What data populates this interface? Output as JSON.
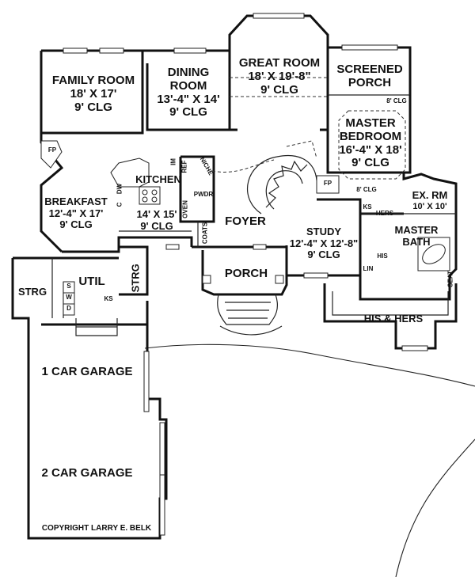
{
  "plan": {
    "rooms": {
      "family_room": {
        "name": "FAMILY ROOM",
        "size": "18' X 17'",
        "ceiling": "9' CLG"
      },
      "dining_room": {
        "name_line1": "DINING",
        "name_line2": "ROOM",
        "size": "13'-4\" X 14'",
        "ceiling": "9' CLG"
      },
      "great_room": {
        "name": "GREAT ROOM",
        "size": "18' X 19'-8\"",
        "ceiling": "9' CLG"
      },
      "screened_porch": {
        "name_line1": "SCREENED",
        "name_line2": "PORCH"
      },
      "master_bedroom": {
        "name_line1": "MASTER",
        "name_line2": "BEDROOM",
        "size": "16'-4\" X 18'",
        "ceiling": "9' CLG"
      },
      "kitchen": {
        "name": "KITCHEN",
        "size": "14' X 15'",
        "ceiling": "9' CLG"
      },
      "breakfast": {
        "name": "BREAKFAST",
        "size": "12'-4\" X 17'",
        "ceiling": "9' CLG"
      },
      "foyer": {
        "name": "FOYER"
      },
      "study": {
        "name": "STUDY",
        "size": "12'-4\" X 12'-8\"",
        "ceiling": "9' CLG"
      },
      "ex_rm": {
        "name": "EX. RM",
        "size": "10' X 10'"
      },
      "master_bath": {
        "name_line1": "MASTER",
        "name_line2": "BATH"
      },
      "porch": {
        "name": "PORCH"
      },
      "his_hers": {
        "name": "HIS & HERS"
      },
      "util": {
        "name": "UTIL"
      },
      "strg_left": {
        "name": "STRG"
      },
      "strg_right": {
        "name": "STRG"
      },
      "garage_1": {
        "name": "1 CAR GARAGE"
      },
      "garage_2": {
        "name": "2 CAR GARAGE"
      }
    },
    "small_labels": {
      "fp_family": "FP",
      "fp_master": "FP",
      "clg_screened": "8' CLG",
      "clg_master": "8' CLG",
      "ref": "REF",
      "niche": "NICHE",
      "im": "IM",
      "dw": "DW",
      "c": "C",
      "pwdr": "PWDR",
      "oven": "OVEN",
      "coats": "COATS",
      "ks_master": "KS",
      "hers": "HERS",
      "his": "HIS",
      "lin": "LIN",
      "seat": "SEAT",
      "s": "S",
      "w": "W",
      "d": "D",
      "ks_util": "KS"
    },
    "copyright": "COPYRIGHT LARRY E. BELK"
  }
}
